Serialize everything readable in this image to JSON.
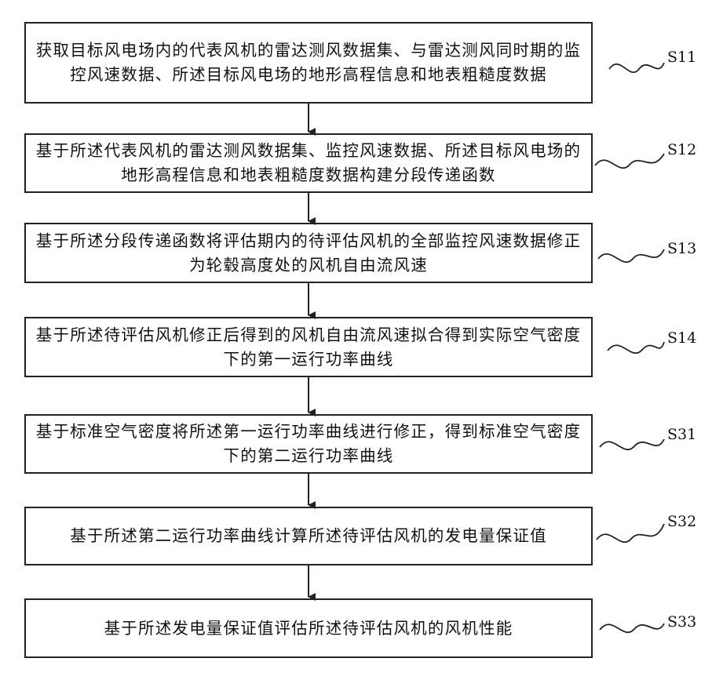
{
  "steps": [
    {
      "text": "获取目标风电场内的代表风机的雷达测风数据集、与雷达测风同时期的监控风速数据、所述目标风电场的地形高程信息和地表粗糙度数据",
      "label": "S11"
    },
    {
      "text": "基于所述代表风机的雷达测风数据集、监控风速数据、所述目标风电场的地形高程信息和地表粗糙度数据构建分段传递函数",
      "label": "S12"
    },
    {
      "text": "基于所述分段传递函数将评估期内的待评估风机的全部监控风速数据修正为轮毂高度处的风机自由流风速",
      "label": "S13"
    },
    {
      "text": "基于所述待评估风机修正后得到的风机自由流风速拟合得到实际空气密度下的第一运行功率曲线",
      "label": "S14"
    },
    {
      "text": "基于标准空气密度将所述第一运行功率曲线进行修正，得到标准空气密度下的第二运行功率曲线",
      "label": "S31"
    },
    {
      "text": "基于所述第二运行功率曲线计算所述待评估风机的发电量保证值",
      "label": "S32"
    },
    {
      "text": "基于所述发电量保证值评估所述待评估风机的风机性能",
      "label": "S33"
    }
  ]
}
